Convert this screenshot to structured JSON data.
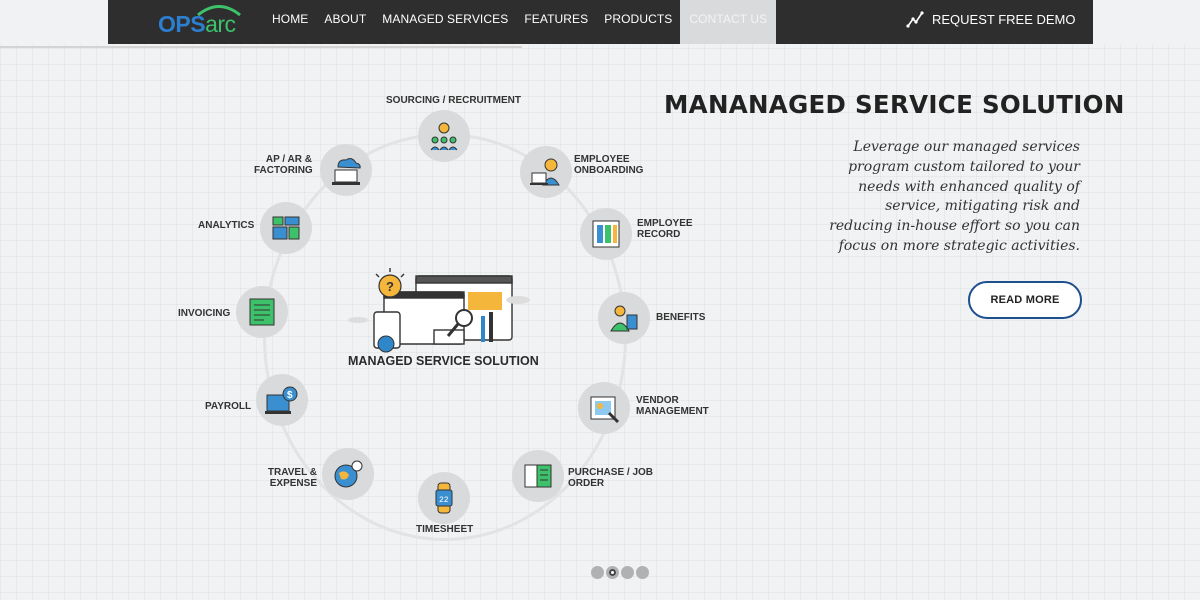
{
  "brand": {
    "logo_ops": "OPS",
    "logo_arc": "arc"
  },
  "nav": {
    "items": [
      {
        "label": "HOME"
      },
      {
        "label": "ABOUT"
      },
      {
        "label": "MANAGED SERVICES"
      },
      {
        "label": "FEATURES"
      },
      {
        "label": "PRODUCTS"
      },
      {
        "label": "CONTACT US",
        "active": true
      }
    ],
    "demo_label": "REQUEST FREE DEMO",
    "demo_icon": "trend-line-icon"
  },
  "diagram": {
    "center_title": "MANAGED SERVICE SOLUTION",
    "nodes": [
      {
        "label": "SOURCING / RECRUITMENT",
        "icon": "recruitment-icon"
      },
      {
        "label": "EMPLOYEE ONBOARDING",
        "icon": "onboarding-icon"
      },
      {
        "label": "EMPLOYEE RECORD",
        "icon": "record-icon"
      },
      {
        "label": "BENEFITS",
        "icon": "benefits-icon"
      },
      {
        "label": "VENDOR MANAGEMENT",
        "icon": "vendor-icon"
      },
      {
        "label": "PURCHASE / JOB ORDER",
        "icon": "purchase-order-icon"
      },
      {
        "label": "TIMESHEET",
        "icon": "timesheet-icon"
      },
      {
        "label": "TRAVEL & EXPENSE",
        "icon": "travel-icon"
      },
      {
        "label": "PAYROLL",
        "icon": "payroll-icon"
      },
      {
        "label": "INVOICING",
        "icon": "invoicing-icon"
      },
      {
        "label": "ANALYTICS",
        "icon": "analytics-icon"
      },
      {
        "label": "AP / AR & FACTORING",
        "icon": "cloud-laptop-icon"
      }
    ]
  },
  "hero": {
    "title": "MANANAGED SERVICE SOLUTION",
    "text": "Leverage our managed services program custom tailored to your needs with enhanced quality of service, mitigating risk and reducing in-house effort so you can focus on more strategic activities.",
    "button_label": "READ MORE"
  },
  "slider": {
    "slide_count": 4,
    "active_slide": 2
  },
  "colors": {
    "nav_bg": "#2e2e2e",
    "active_tab_bg": "#d9dadb",
    "button_border": "#1d4f8c",
    "logo_blue": "#2c7fd0",
    "logo_green": "#3dc16a"
  }
}
